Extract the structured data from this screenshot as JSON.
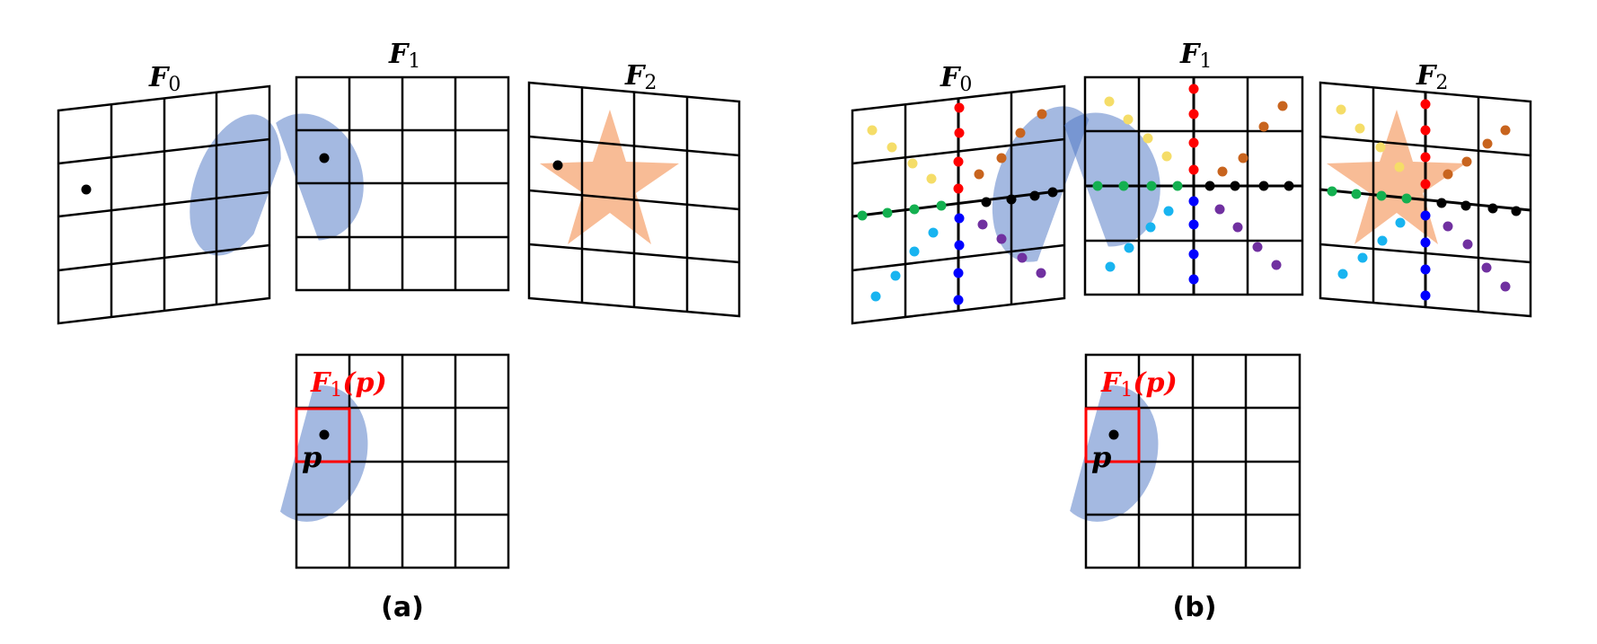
{
  "panel_a": {
    "caption": "(a)",
    "frames": [
      {
        "symbol": "F",
        "subscript": "0"
      },
      {
        "symbol": "F",
        "subscript": "1"
      },
      {
        "symbol": "F",
        "subscript": "2"
      }
    ],
    "query": {
      "label": "F",
      "subscript": "1",
      "arg": "(p)",
      "point": "p"
    }
  },
  "panel_b": {
    "caption": "(b)",
    "frames": [
      {
        "symbol": "F",
        "subscript": "0"
      },
      {
        "symbol": "F",
        "subscript": "1"
      },
      {
        "symbol": "F",
        "subscript": "2"
      }
    ],
    "query": {
      "label": "F",
      "subscript": "1",
      "arg": "(p)",
      "point": "p"
    }
  },
  "colors": {
    "grid": "#000000",
    "blob": "#4a73c3",
    "star": "#f5a06a",
    "query_box": "#ff0000",
    "red_dots": "#ff0000",
    "blue_dots": "#0000ff",
    "black_dots": "#000000",
    "green_dots": "#14b050",
    "yellow_dots": "#f5dd68",
    "orange_dots": "#c8641e",
    "cyan_dots": "#18b4f0",
    "purple_dots": "#7030a0"
  }
}
